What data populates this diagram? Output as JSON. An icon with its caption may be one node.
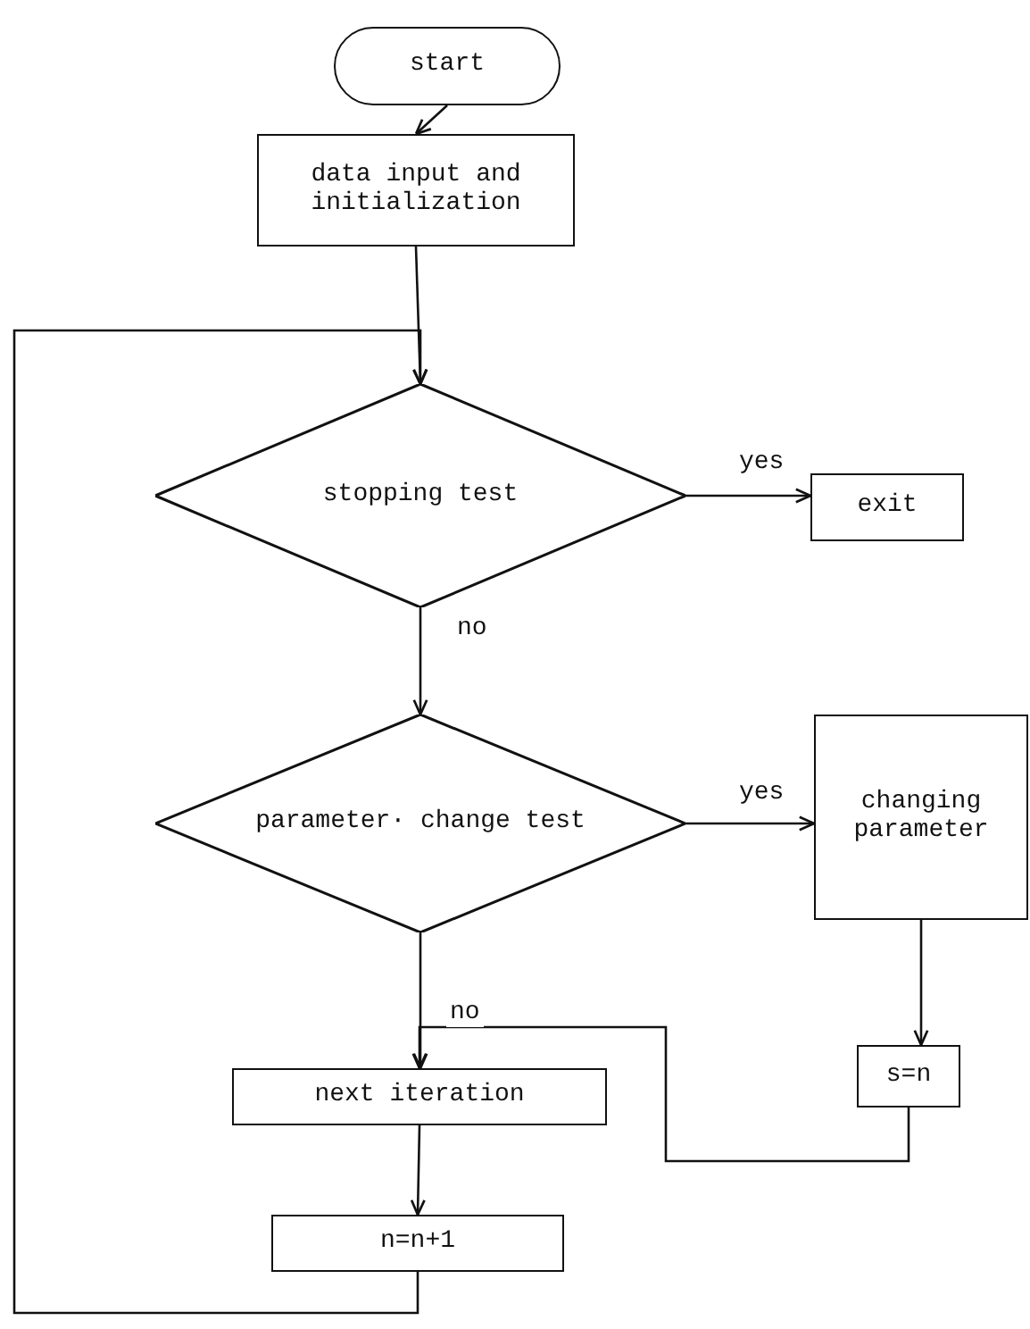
{
  "diagram": {
    "nodes": [
      {
        "text": [
          "start"
        ]
      },
      {
        "text": [
          "data input and initialization"
        ]
      },
      {
        "text": [
          "stopping test"
        ]
      },
      {
        "text": [
          "exit"
        ]
      },
      {
        "text": [
          "parameter· change test"
        ]
      },
      {
        "text": [
          "changing parameter"
        ]
      },
      {
        "text": [
          "s=n"
        ]
      },
      {
        "text": [
          "next iteration"
        ]
      },
      {
        "text": [
          "n=n+1"
        ]
      }
    ],
    "edges": [
      {
        "from": 0,
        "to": 1,
        "arrow": "to"
      },
      {
        "from": 1,
        "to": 2,
        "arrow": "to"
      },
      {
        "from": 2,
        "to": 3,
        "label": "yes",
        "arrow": "to"
      },
      {
        "from": 2,
        "to": 4,
        "label": "no",
        "arrow": "to"
      },
      {
        "from": 4,
        "to": 5,
        "label": "yes",
        "arrow": "to"
      },
      {
        "from": 5,
        "to": 6,
        "arrow": "to"
      },
      {
        "from": 4,
        "to": 7,
        "label": "no",
        "arrow": "to"
      },
      {
        "from": 6,
        "to": 7,
        "arrow": "to"
      },
      {
        "from": 7,
        "to": 8,
        "arrow": "to"
      },
      {
        "from": 8,
        "to": 2,
        "arrow": "to"
      }
    ]
  }
}
